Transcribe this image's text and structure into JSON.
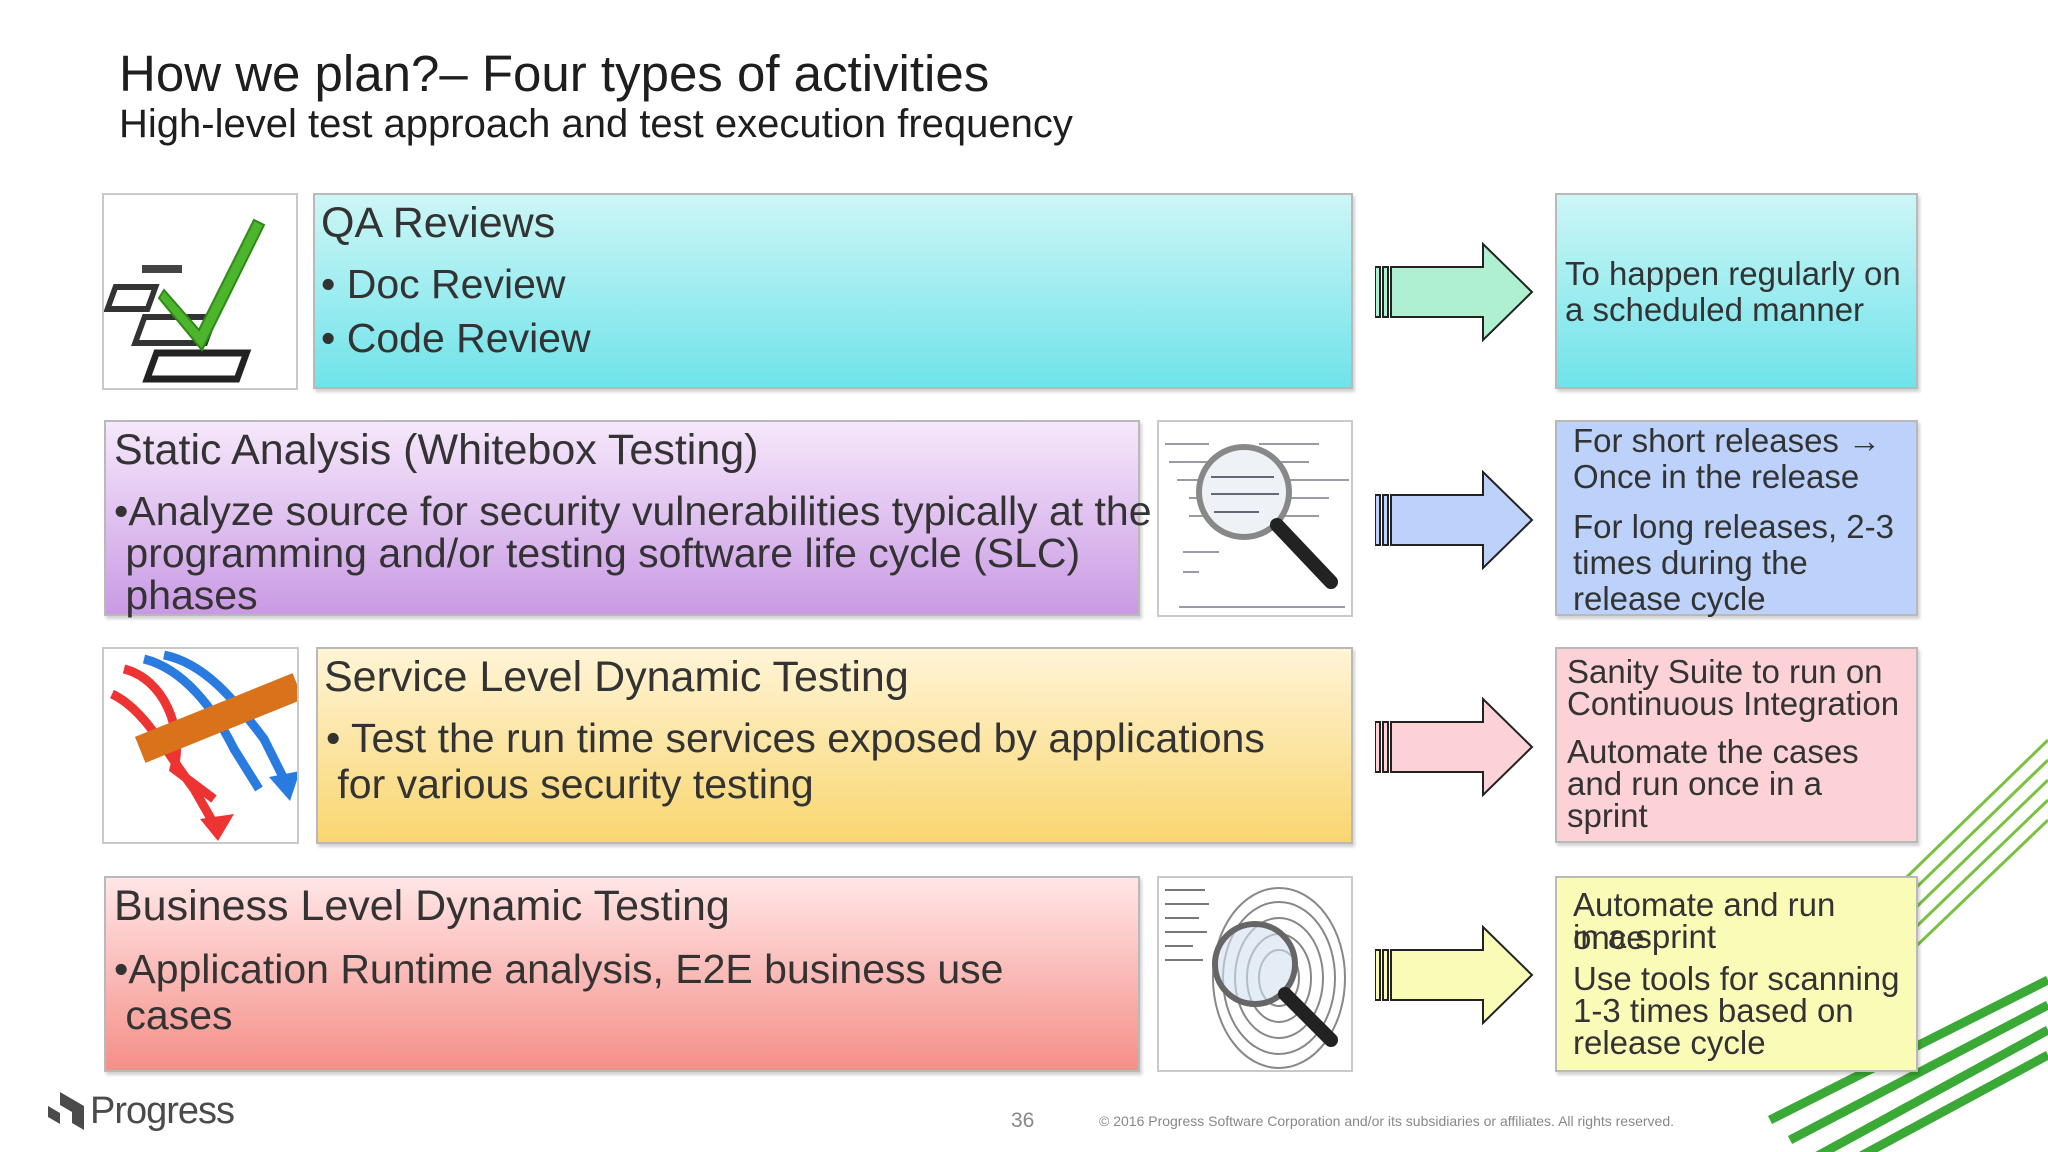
{
  "slide": {
    "title": "How we plan?– Four types of activities",
    "subtitle": "High-level test approach and test execution frequency"
  },
  "rows": [
    {
      "title": "QA Reviews",
      "bullets": [
        "• Doc Review",
        "• Code Review"
      ],
      "result": [
        "To happen regularly on",
        "a scheduled manner"
      ],
      "box_color": "#6fe3ea",
      "arrow_color": "#aff0d0"
    },
    {
      "title": "Static Analysis (Whitebox Testing)",
      "bullets": [
        "•Analyze source for security vulnerabilities typically at the",
        " programming and/or testing software life cycle (SLC)",
        " phases"
      ],
      "result": [
        "For short releases →",
        "Once in the release",
        "For long releases, 2-3",
        "times during the",
        "release cycle"
      ],
      "box_color": "#c99ae4",
      "arrow_color": "#bcd2fb"
    },
    {
      "title": "Service Level Dynamic Testing",
      "bullets": [
        "• Test the run time services exposed by applications",
        " for various security testing"
      ],
      "result": [
        "Sanity Suite to run on",
        "Continuous Integration",
        "Automate the cases",
        "and run once in a",
        "sprint"
      ],
      "box_color": "#f9d670",
      "arrow_color": "#fcd2d6"
    },
    {
      "title": "Business Level Dynamic Testing",
      "bullets": [
        "•Application Runtime analysis, E2E business use",
        " cases"
      ],
      "result": [
        "Automate and run once",
        "in a sprint",
        "Use tools for scanning",
        "1-3 times based on",
        "release cycle"
      ],
      "box_color": "#f58f88",
      "arrow_color": "#fbfbb8"
    }
  ],
  "footer": {
    "logo_text": "Progress",
    "page_number": "36",
    "copyright": "© 2016 Progress Software Corporation and/or its subsidiaries or affiliates. All rights reserved."
  },
  "icons": [
    "checklist-icon",
    "magnifier-code-icon",
    "merging-arrows-icon",
    "fingerprint-magnifier-icon",
    "right-arrow-icon",
    "progress-logo-icon"
  ]
}
